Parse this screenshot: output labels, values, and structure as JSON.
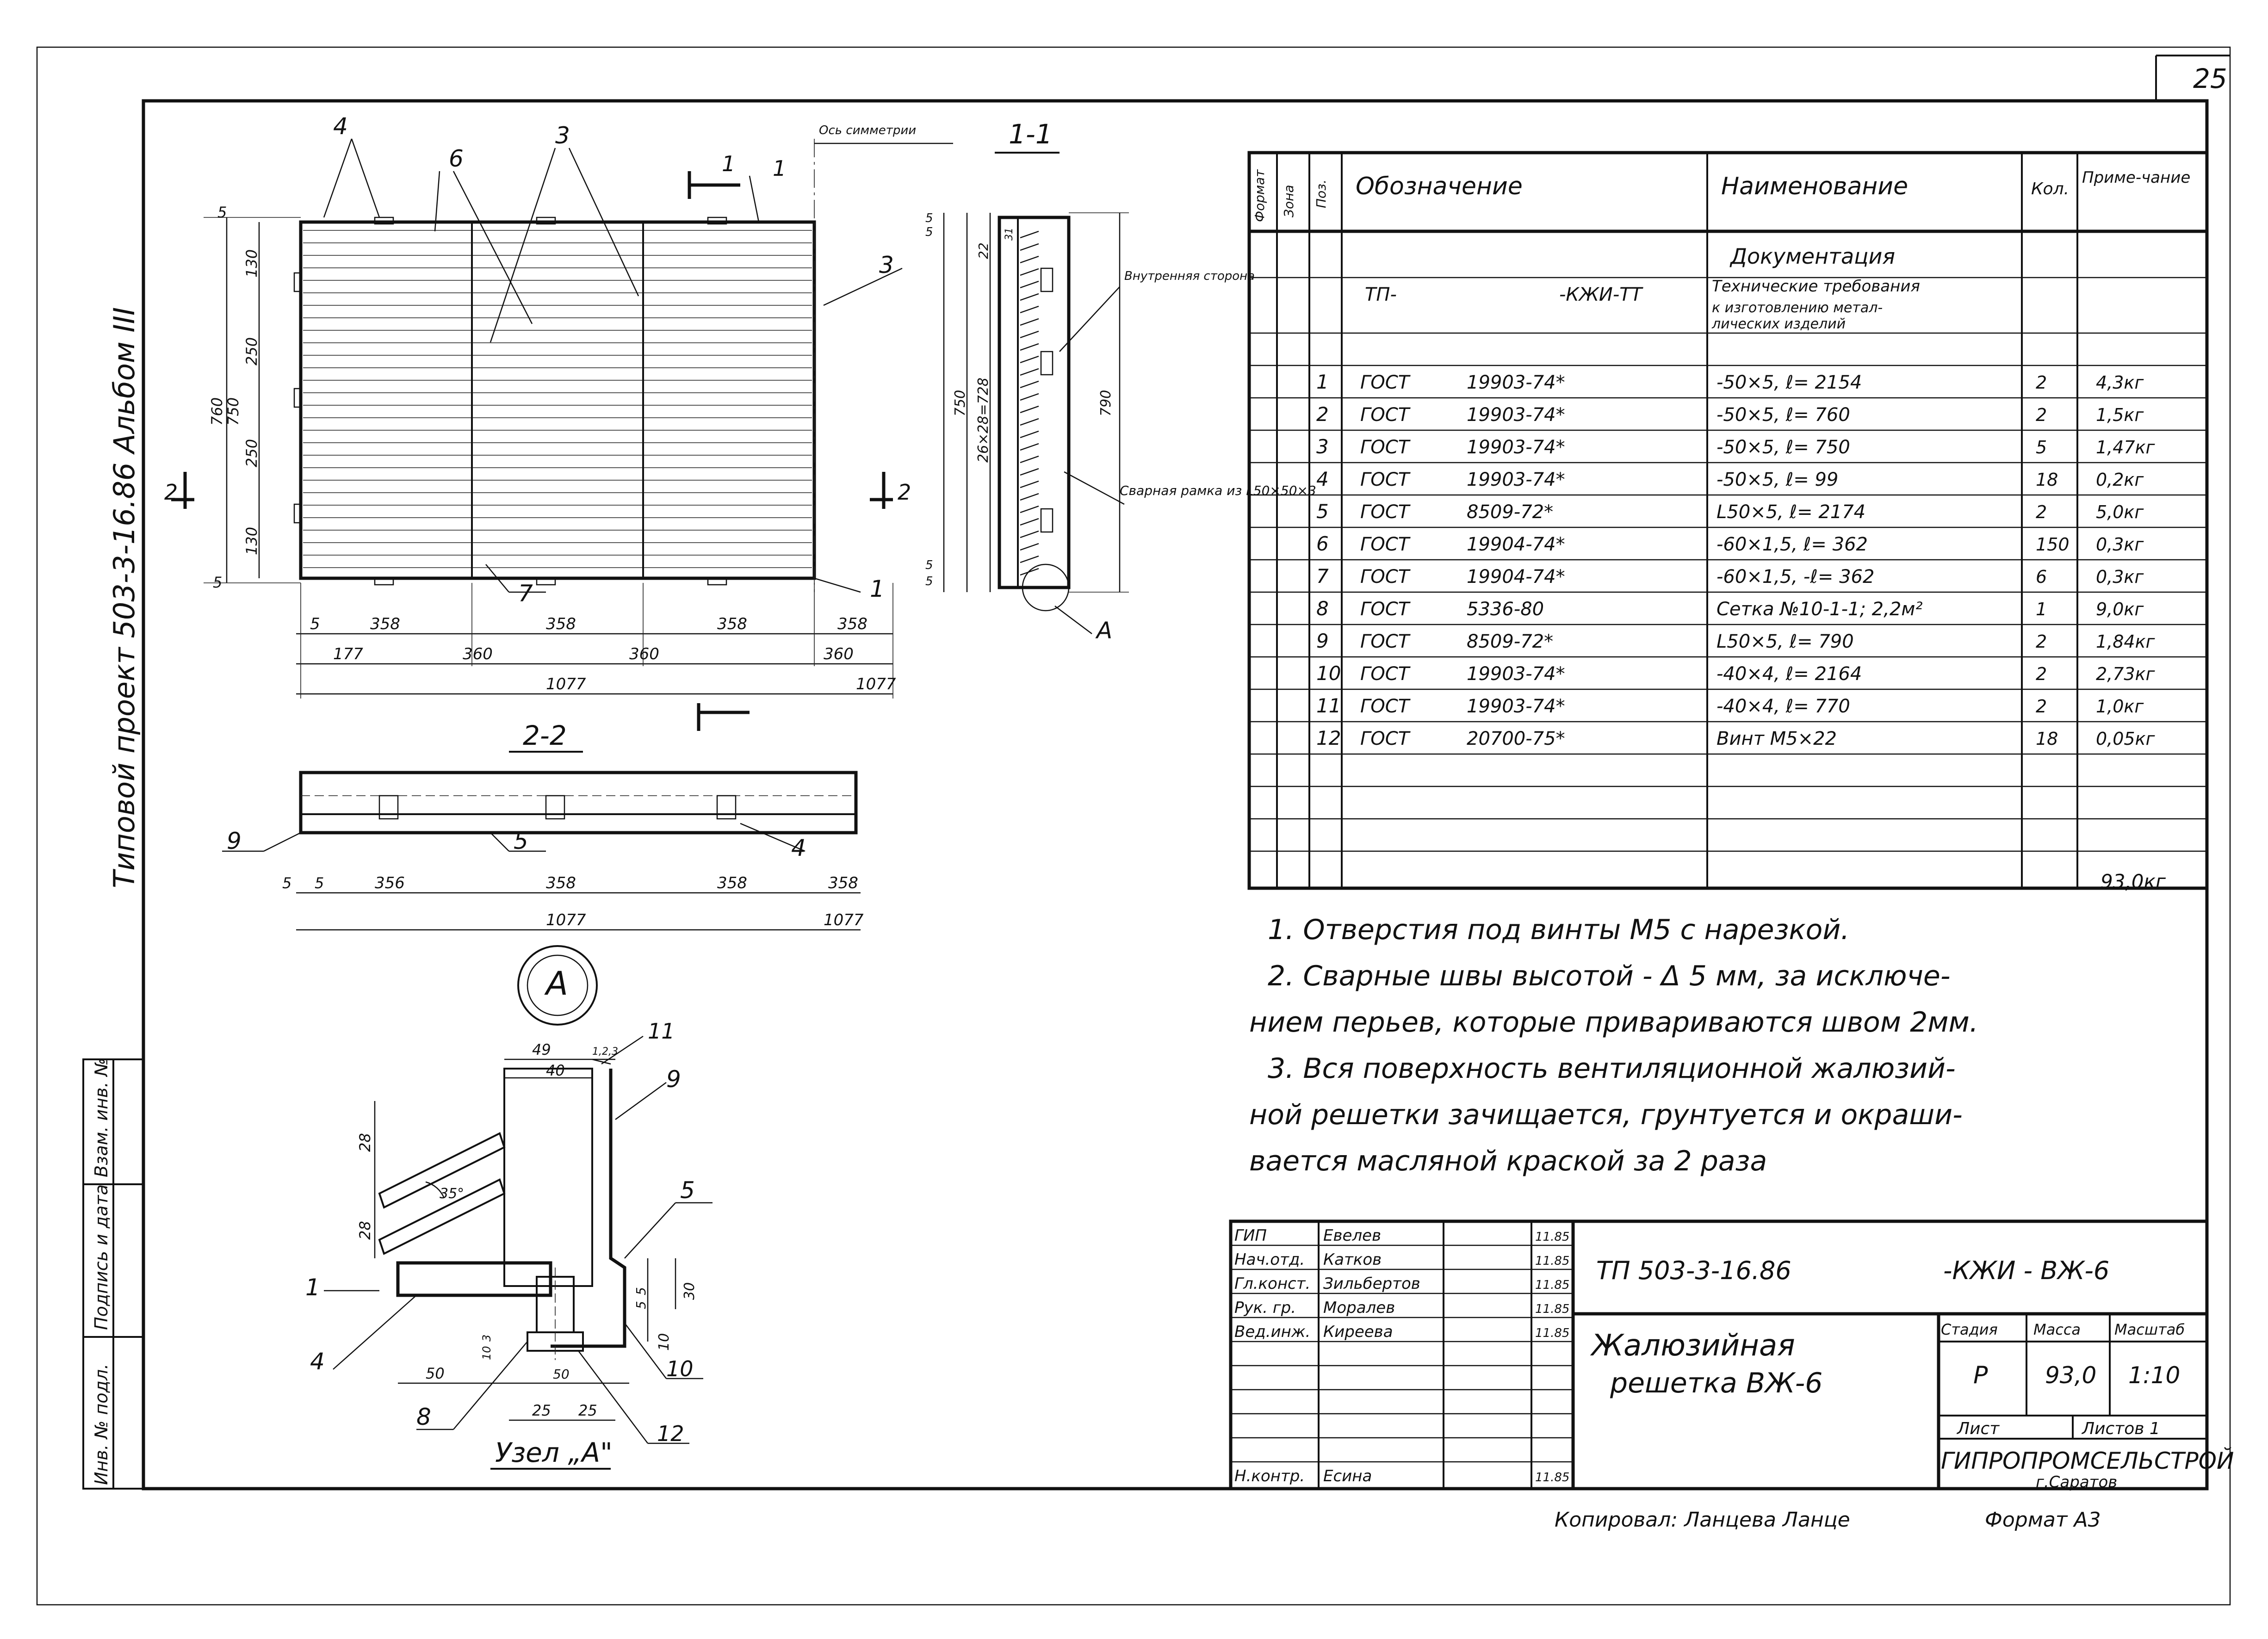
{
  "sheet": {
    "number": "25",
    "side_label": "Типовой проект 503-3-16.86 Альбом III",
    "format": "Формат А3",
    "copied_by": "Копировал: Ланцева Ланце"
  },
  "left_strip": {
    "cells": [
      "Инв. № подл.",
      "Подпись и дата",
      "Взам. инв. №"
    ]
  },
  "views": {
    "main": {
      "callouts": [
        "4",
        "6",
        "3",
        "1",
        "1",
        "2",
        "2",
        "3",
        "7",
        "1"
      ],
      "axis_label": "Ось симметрии",
      "vdims": [
        "5",
        "130",
        "250",
        "250",
        "130",
        "5",
        "760",
        "750"
      ],
      "hdims_top": [
        "5",
        "358",
        "358",
        "358",
        "358"
      ],
      "hdims_mid": [
        "177",
        "360",
        "360",
        "360"
      ],
      "hdims_total": [
        "1077",
        "1077"
      ]
    },
    "section_11": {
      "title": "1-1",
      "labels": [
        "Внутренняя сторона",
        "Сварная рамка из L50×50×3",
        "А"
      ],
      "vdims": [
        "5",
        "5",
        "22",
        "26×28=728",
        "750",
        "790",
        "5",
        "5",
        "31"
      ]
    },
    "section_22": {
      "title": "2-2",
      "callouts": [
        "9",
        "5",
        "4"
      ],
      "dims": [
        "5",
        "5",
        "356",
        "358",
        "358",
        "358",
        "1077",
        "1077"
      ]
    },
    "node_a": {
      "circle_label": "А",
      "title": "Узел „А\"",
      "callouts": [
        "11",
        "9",
        "5",
        "1",
        "4",
        "8",
        "10",
        "12"
      ],
      "dims": [
        "49",
        "1,2,3",
        "40",
        "28",
        "28",
        "35°",
        "5",
        "5",
        "30",
        "10",
        "3",
        "10",
        "50",
        "50",
        "25",
        "25"
      ]
    }
  },
  "spec_table": {
    "headers": [
      "Формат",
      "Зона",
      "Поз.",
      "Обозначение",
      "Наименование",
      "Кол.",
      "Приме-чание"
    ],
    "section_row": "Документация",
    "doc_row": {
      "designation_a": "ТП-",
      "designation_b": "-КЖИ-ТТ",
      "name_1": "Технические требования",
      "name_2": "к изготовлению метал-",
      "name_3": "лических изделий"
    },
    "rows": [
      {
        "pos": "1",
        "std": "ГОСТ",
        "num": "19903-74*",
        "name": "-50×5, ℓ= 2154",
        "qty": "2",
        "note": "4,3кг"
      },
      {
        "pos": "2",
        "std": "ГОСТ",
        "num": "19903-74*",
        "name": "-50×5, ℓ= 760",
        "qty": "2",
        "note": "1,5кг"
      },
      {
        "pos": "3",
        "std": "ГОСТ",
        "num": "19903-74*",
        "name": "-50×5, ℓ= 750",
        "qty": "5",
        "note": "1,47кг"
      },
      {
        "pos": "4",
        "std": "ГОСТ",
        "num": "19903-74*",
        "name": "-50×5, ℓ= 99",
        "qty": "18",
        "note": "0,2кг"
      },
      {
        "pos": "5",
        "std": "ГОСТ",
        "num": "8509-72*",
        "name": "L50×5, ℓ= 2174",
        "qty": "2",
        "note": "5,0кг"
      },
      {
        "pos": "6",
        "std": "ГОСТ",
        "num": "19904-74*",
        "name": "-60×1,5, ℓ= 362",
        "qty": "150",
        "note": "0,3кг"
      },
      {
        "pos": "7",
        "std": "ГОСТ",
        "num": "19904-74*",
        "name": "-60×1,5, -ℓ= 362",
        "qty": "6",
        "note": "0,3кг"
      },
      {
        "pos": "8",
        "std": "ГОСТ",
        "num": "5336-80",
        "name": "Сетка №10-1-1; 2,2м²",
        "qty": "1",
        "note": "9,0кг"
      },
      {
        "pos": "9",
        "std": "ГОСТ",
        "num": "8509-72*",
        "name": "L50×5, ℓ= 790",
        "qty": "2",
        "note": "1,84кг"
      },
      {
        "pos": "10",
        "std": "ГОСТ",
        "num": "19903-74*",
        "name": "-40×4, ℓ= 2164",
        "qty": "2",
        "note": "2,73кг"
      },
      {
        "pos": "11",
        "std": "ГОСТ",
        "num": "19903-74*",
        "name": "-40×4, ℓ= 770",
        "qty": "2",
        "note": "1,0кг"
      },
      {
        "pos": "12",
        "std": "ГОСТ",
        "num": "20700-75*",
        "name": "Винт М5×22",
        "qty": "18",
        "note": "0,05кг"
      }
    ],
    "total": "93,0кг"
  },
  "notes": [
    "1. Отверстия под винты М5 с нарезкой.",
    "2. Сварные швы высотой - Δ 5 мм, за исключе-",
    "нием перьев, которые привариваются швом 2мм.",
    "3. Вся поверхность вентиляционной жалюзий-",
    "ной решетки зачищается, грунтуется и окраши-",
    "вается масляной краской за 2 раза"
  ],
  "title_block": {
    "roles": [
      "ГИП",
      "Нач.отд.",
      "Гл.конст.",
      "Рук. гр.",
      "Вед.инж.",
      "",
      "",
      "",
      "",
      "Н.контр."
    ],
    "names": [
      "Евелев",
      "Катков",
      "Зильбертов",
      "Моралев",
      "Киреева",
      "",
      "",
      "",
      "",
      "Есина"
    ],
    "dates": [
      "11.85",
      "11.85",
      "11.85",
      "11.85",
      "11.85",
      "",
      "",
      "",
      "",
      "11.85"
    ],
    "project_code": "ТП 503-3-16.86",
    "sheet_code": "-КЖИ - ВЖ-6",
    "title_line1": "Жалюзийная",
    "title_line2": "решетка ВЖ-6",
    "col_stage": "Стадия",
    "col_mass": "Масса",
    "col_scale": "Масштаб",
    "stage": "Р",
    "mass": "93,0",
    "scale": "1:10",
    "sheet_label": "Лист",
    "sheets_label": "Листов 1",
    "org": "ГИПРОПРОМСЕЛЬСТРОЙ",
    "city": "г.Саратов"
  }
}
